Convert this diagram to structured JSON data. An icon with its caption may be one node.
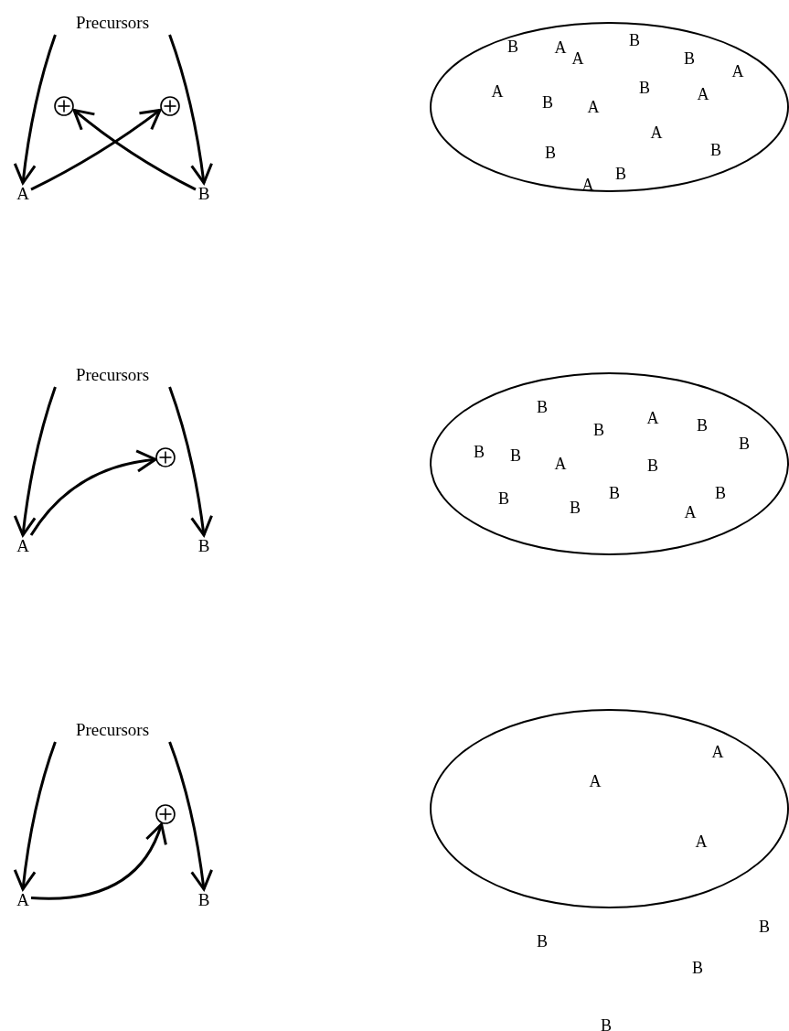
{
  "diagram": {
    "nodes": [
      {
        "text": [
          "Precursors"
        ]
      },
      {
        "text": [
          "A"
        ]
      },
      {
        "text": [
          "B"
        ]
      },
      {
        "text": [],
        "shape": "circle"
      },
      {
        "text": [],
        "shape": "circle"
      },
      {
        "text": [
          "B",
          "A",
          "A",
          "B",
          "B",
          "A",
          "A",
          "B",
          "A",
          "B",
          "A",
          "A",
          "B",
          "B",
          "B",
          "A"
        ]
      },
      {
        "text": [
          "Precursors"
        ]
      },
      {
        "text": [
          "A"
        ]
      },
      {
        "text": [
          "B"
        ]
      },
      {
        "text": [],
        "shape": "circle"
      },
      {
        "text": [
          "B",
          "B",
          "A",
          "B",
          "B",
          "B",
          "B",
          "A",
          "B",
          "B",
          "B",
          "B",
          "B",
          "A"
        ]
      },
      {
        "text": [
          "Precursors"
        ]
      },
      {
        "text": [
          "A"
        ]
      },
      {
        "text": [
          "B"
        ]
      },
      {
        "text": [],
        "shape": "circle"
      },
      {
        "text": [
          "A",
          "A",
          "A"
        ]
      }
    ],
    "edges": [
      {
        "from": 0,
        "to": 1,
        "arrow": "to"
      },
      {
        "from": 0,
        "to": 2,
        "arrow": "to"
      },
      {
        "from": 2,
        "to": 3,
        "arrow": "to"
      },
      {
        "from": 1,
        "to": 4,
        "arrow": "to"
      },
      {
        "from": 6,
        "to": 7,
        "arrow": "to"
      },
      {
        "from": 6,
        "to": 8,
        "arrow": "to"
      },
      {
        "from": 7,
        "to": 9,
        "arrow": "to"
      },
      {
        "from": 11,
        "to": 12,
        "arrow": "to"
      },
      {
        "from": 11,
        "to": 13,
        "arrow": "to"
      },
      {
        "from": 12,
        "to": 14,
        "arrow": "to"
      }
    ],
    "labels": [
      "B",
      "B",
      "B",
      "B"
    ]
  }
}
